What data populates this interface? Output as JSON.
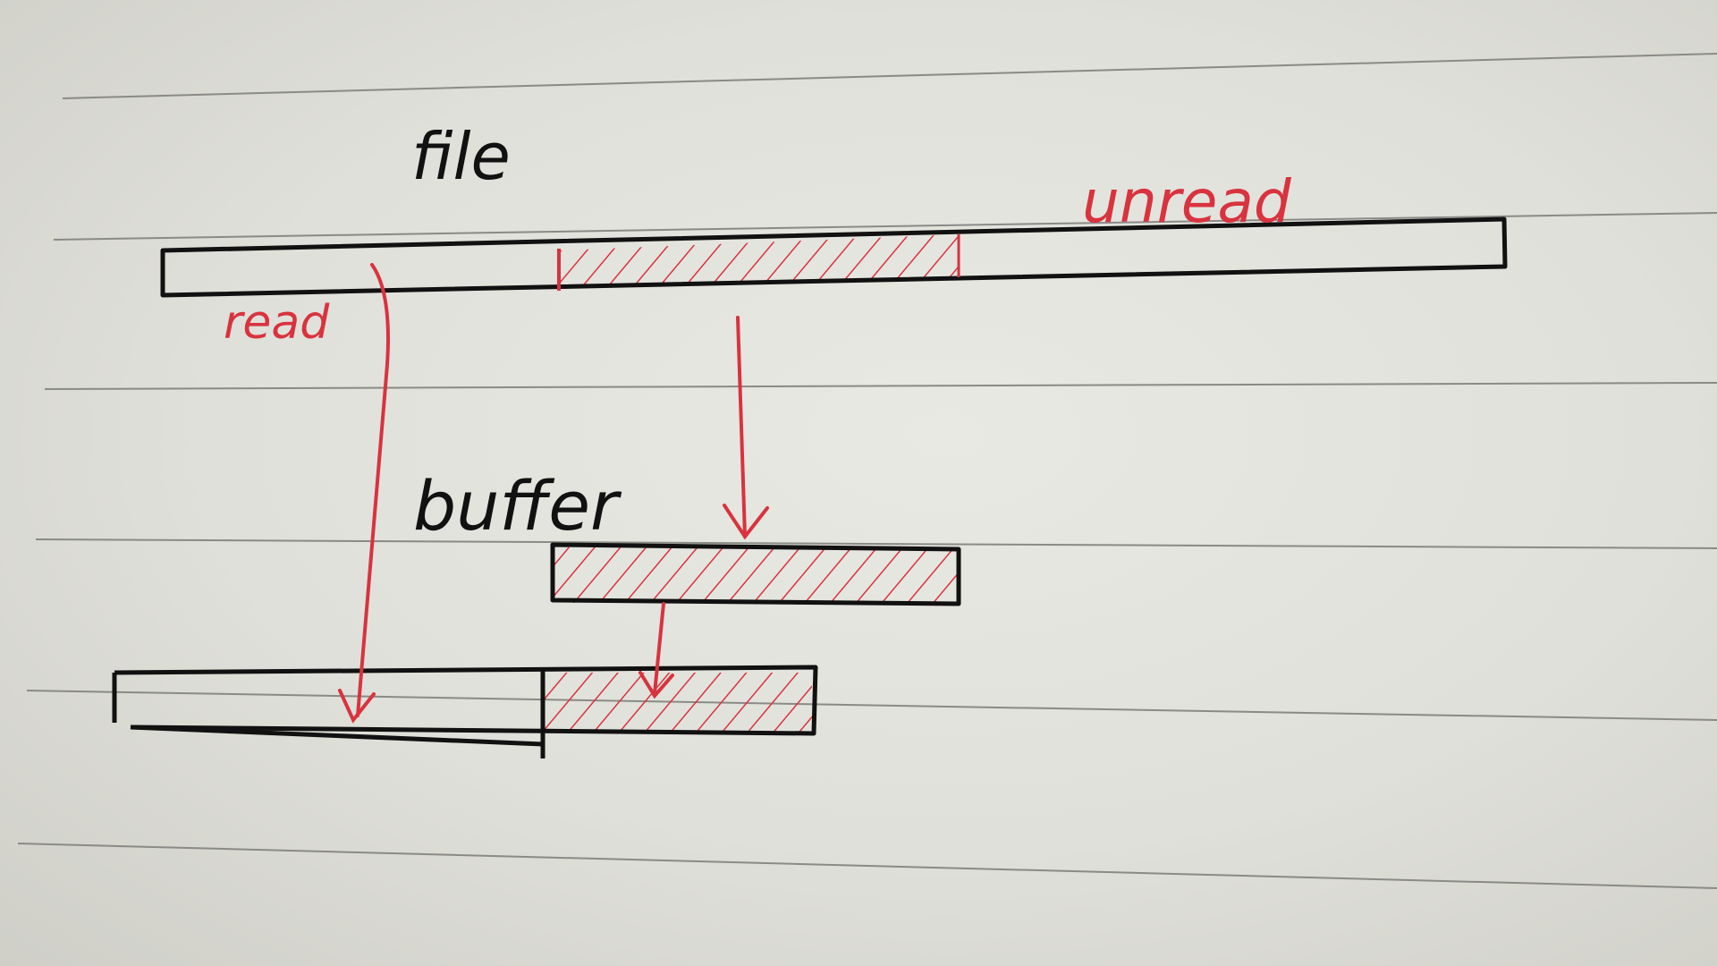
{
  "labels": {
    "file": "file",
    "unread": "unread",
    "read": "read",
    "buffer": "buffer"
  },
  "colors": {
    "ink": "#111111",
    "red_ink": "#d8333f",
    "rule_line": "#8a8a86",
    "paper": "#e3e3dd"
  }
}
